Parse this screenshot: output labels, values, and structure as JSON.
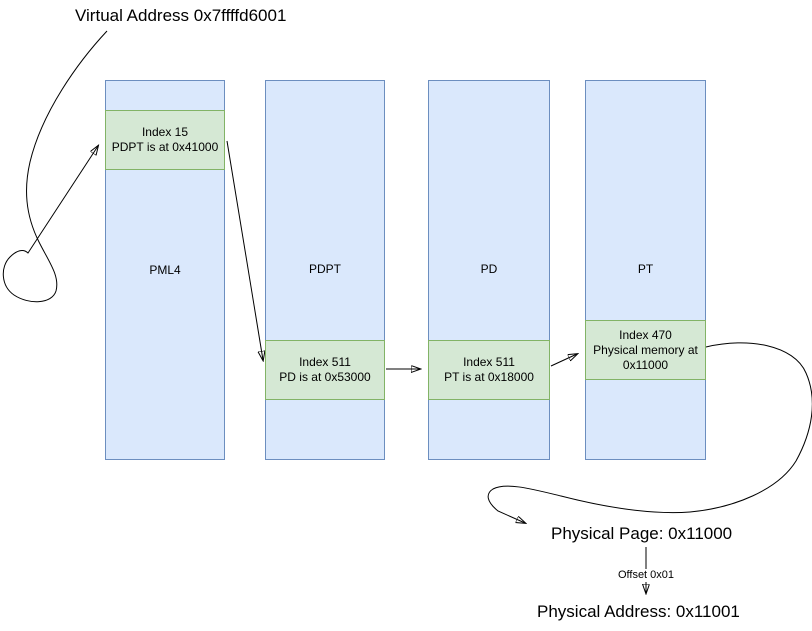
{
  "diagram": {
    "virtual_address": "Virtual Address 0x7ffffd6001",
    "columns": [
      {
        "label": "PML4",
        "entry": {
          "line1": "Index 15",
          "line2": "PDPT is at 0x41000"
        }
      },
      {
        "label": "PDPT",
        "entry": {
          "line1": "Index 511",
          "line2": "PD is at 0x53000"
        }
      },
      {
        "label": "PD",
        "entry": {
          "line1": "Index 511",
          "line2": "PT is at 0x18000"
        }
      },
      {
        "label": "PT",
        "entry": {
          "line1": "Index 470",
          "line2": "Physical memory at",
          "line3": "0x11000"
        }
      }
    ],
    "physical_page": "Physical Page: 0x11000",
    "offset": "Offset 0x01",
    "physical_address": "Physical Address: 0x11001",
    "colors": {
      "column_fill": "#dae8fc",
      "column_border": "#6c8ebf",
      "entry_fill": "#d5e8d4",
      "entry_border": "#82b366",
      "line": "#000000"
    }
  }
}
